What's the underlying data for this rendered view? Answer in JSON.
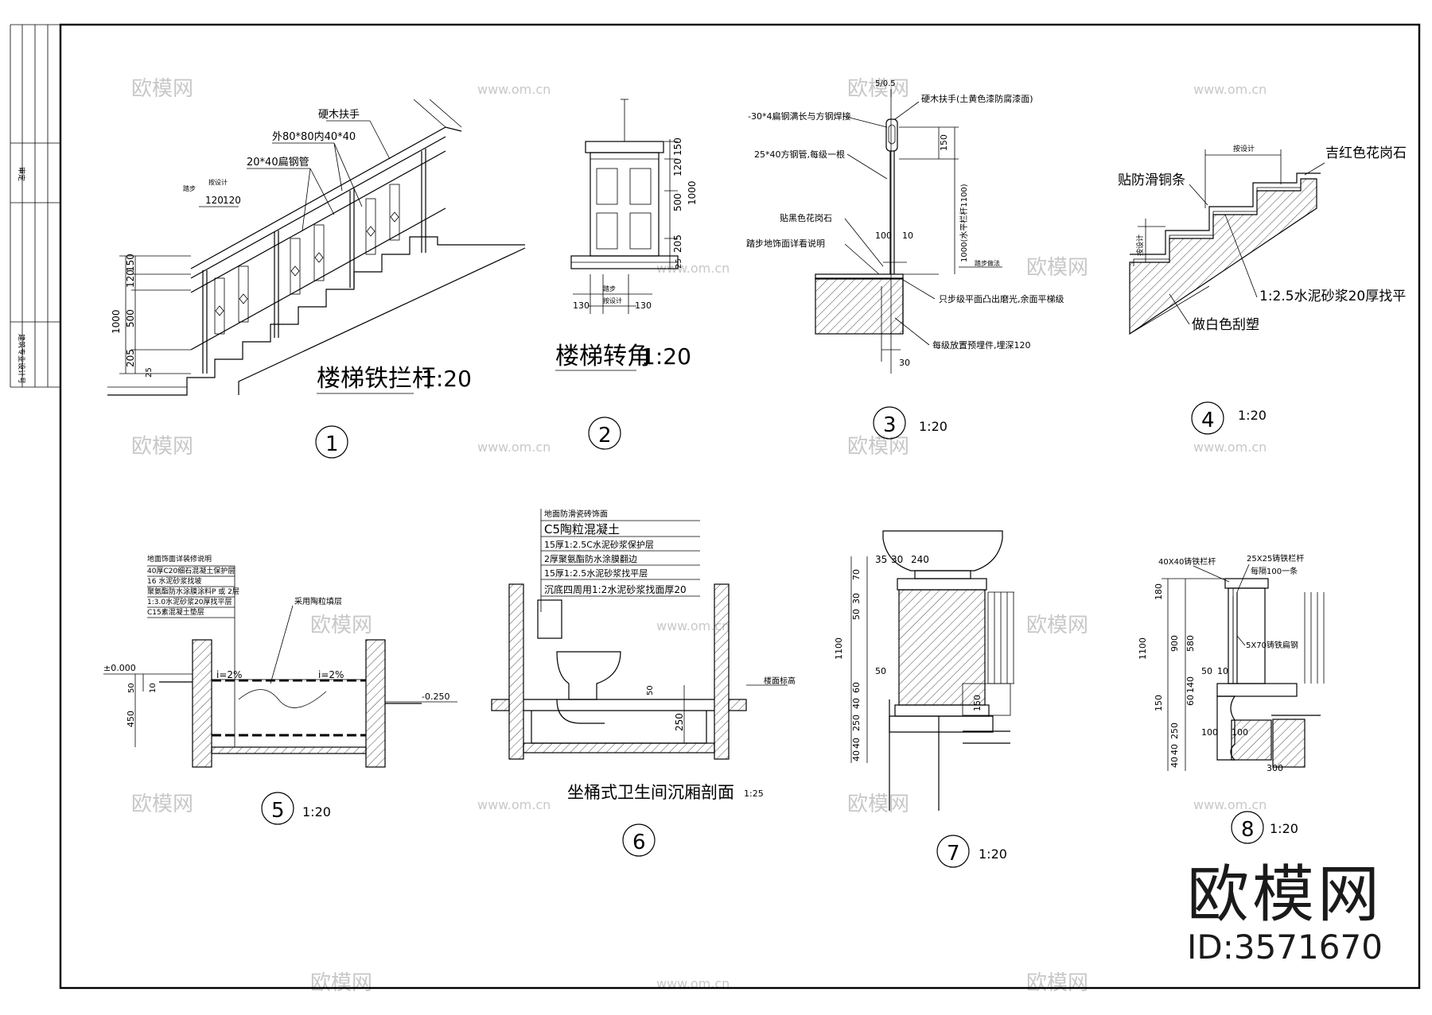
{
  "watermarks": {
    "brand": "欧模网",
    "url": "www.om.cn"
  },
  "logo": {
    "brand": "欧模网",
    "id": "ID:3571670"
  },
  "title_block": {
    "label_a": "审定",
    "label_b": "建筑专业设计号"
  },
  "d1": {
    "title": "楼梯铁拦杆",
    "scale": "1:20",
    "number": "1",
    "notes": {
      "handrail": "硬木扶手",
      "post": "外80*80内40*40",
      "bar": "20*40扁钢管",
      "a": "踏步",
      "b": "按设计"
    },
    "dims": [
      "1000",
      "150",
      "120",
      "500",
      "205",
      "25",
      "120",
      "120"
    ]
  },
  "d2": {
    "title": "楼梯转角",
    "scale": "1:20",
    "number": "2",
    "dims": [
      "150",
      "120",
      "500",
      "1000",
      "205",
      "25",
      "130",
      "130",
      "踏步",
      "按设计"
    ]
  },
  "d3": {
    "scale": "1:20",
    "number": "3",
    "notes": {
      "top": "5/0.5",
      "handrail": "硬木扶手(土黄色漆防腐漆面)",
      "flat": "-30*4扁钢满长与方钢焊接",
      "square": "25*40方钢管,每级一根",
      "stone": "贴黑色花岗石",
      "finish": "踏步地饰面详看说明",
      "nosing": "只步级平面凸出磨光,余面平梯级",
      "embed": "每级放置预埋件,埋深120",
      "step": "踏步做法",
      "h": "1000(水平栏杆1100)"
    },
    "dims": [
      "150",
      "100",
      "10",
      "30"
    ]
  },
  "d4": {
    "scale": "1:20",
    "number": "4",
    "notes": {
      "strip": "贴防滑铜条",
      "stone": "吉红色花岗石",
      "mortar": "1:2.5水泥砂浆20厚找平",
      "plaster": "做白色刮塑",
      "a": "按设计",
      "b": "按设计"
    }
  },
  "d5": {
    "scale": "1:20",
    "number": "5",
    "layers": [
      "地面饰面详装修说明",
      "40厚C20细石混凝土保护层",
      "16 水泥砂浆找坡",
      "聚氨酯防水涂膜涂料P 或 2层",
      "1:3.0水泥砂浆20厚找平层",
      "C15素混凝土垫层",
      "采用陶粒填层"
    ],
    "levels": [
      "±0.000",
      "-0.250"
    ],
    "slopes": [
      "i=2%",
      "i=2%"
    ],
    "dims": [
      "50",
      "10",
      "450"
    ]
  },
  "d6": {
    "title": "坐桶式卫生间沉厢剖面",
    "scale": "1:25",
    "number": "6",
    "layers": [
      "地面防滑瓷砖饰面",
      "C5陶粒混凝土",
      "15厚1:2.5C水泥砂浆保护层",
      "2厚聚氨酯防水涂膜翻边",
      "15厚1:2.5水泥砂浆找平层",
      "沉底四周用1:2水泥砂浆找面厚20"
    ],
    "notes": {
      "floor": "楼面标高"
    },
    "dims": [
      "50",
      "250"
    ]
  },
  "d7": {
    "scale": "1:20",
    "number": "7",
    "dims": [
      "35",
      "30",
      "240",
      "70",
      "30",
      "50",
      "1100",
      "50",
      "60",
      "40",
      "250",
      "40",
      "40",
      "150"
    ]
  },
  "d8": {
    "scale": "1:20",
    "number": "8",
    "notes": {
      "rail": "40X40铸铁栏杆",
      "bar": "25X25铸铁栏杆",
      "spacing": "每隔100一条",
      "flat": "5X70铸铁扁钢"
    },
    "dims": [
      "180",
      "1100",
      "900",
      "580",
      "50",
      "10",
      "140",
      "150",
      "60",
      "250",
      "40",
      "40",
      "100",
      "100",
      "300"
    ]
  }
}
